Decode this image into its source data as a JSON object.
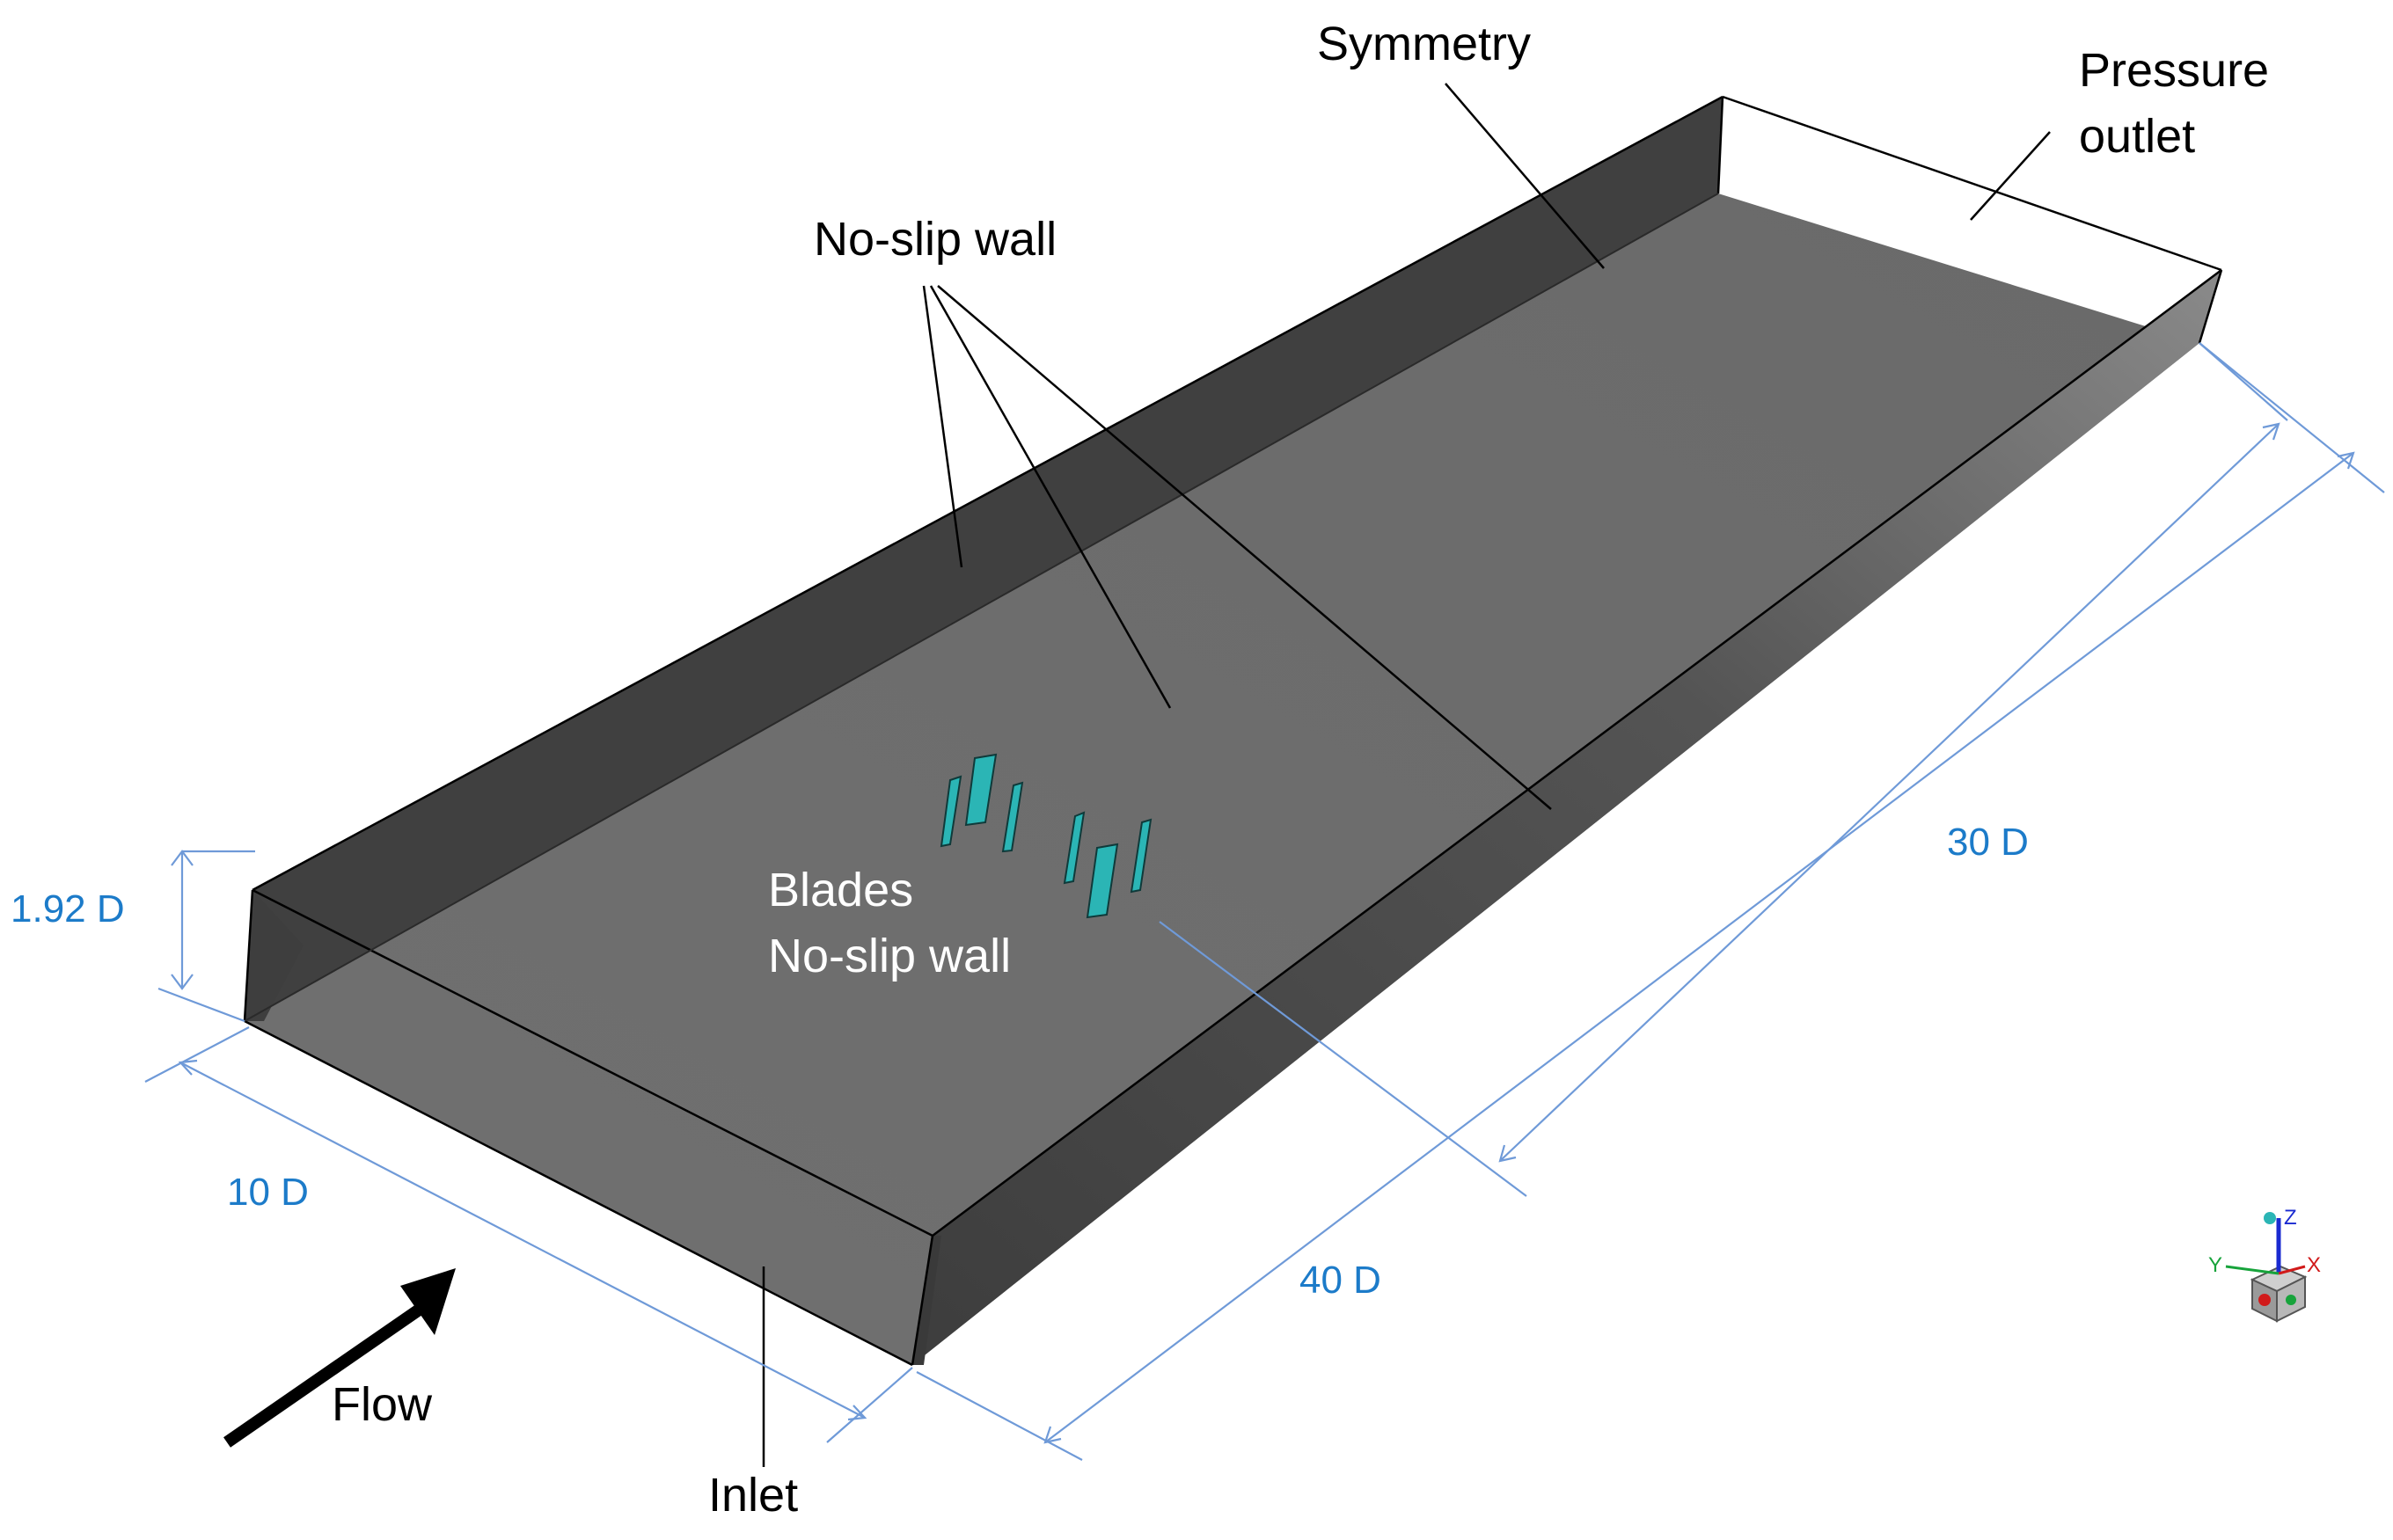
{
  "labels": {
    "symmetry": "Symmetry",
    "pressure_outlet_line1": "Pressure",
    "pressure_outlet_line2": "outlet",
    "no_slip_wall": "No-slip wall",
    "blades_line1": "Blades",
    "blades_line2": "No-slip wall",
    "inlet": "Inlet",
    "flow": "Flow"
  },
  "dimensions": {
    "height": "1.92 D",
    "width": "10 D",
    "total_length": "40 D",
    "downstream_length": "30 D"
  },
  "axis_triad": {
    "z": "Z",
    "x": "X",
    "y": "Y"
  },
  "colors": {
    "floor": "#6e6e6e",
    "side_wall": "#414141",
    "front_wall": "#4a4a4a",
    "blade": "#2bb5b5",
    "dimension": "#1c7bc9"
  }
}
